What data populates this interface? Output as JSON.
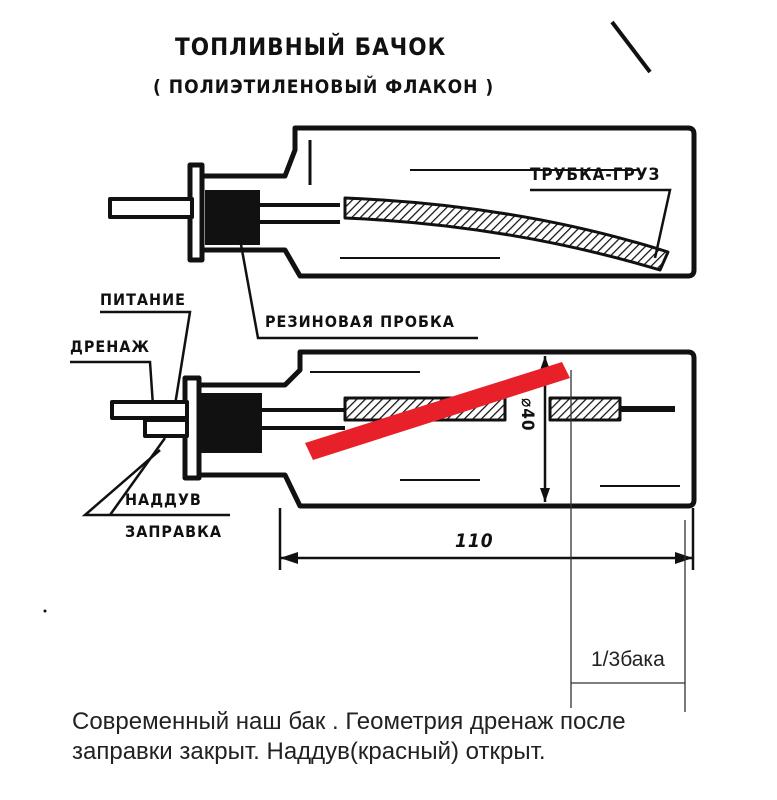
{
  "title": "ТОПЛИВНЫЙ БАЧОК",
  "subtitle": "( ПОЛИЭТИЛЕНОВЫЙ ФЛАКОН )",
  "labels": {
    "weight_tube": "ТРУБКА-ГРУЗ",
    "rubber_plug": "РЕЗИНОВАЯ ПРОБКА",
    "feed": "ПИТАНИЕ",
    "drain": "ДРЕНАЖ",
    "pressurize": "НАДДУВ",
    "refuel": "ЗАПРАВКА",
    "diameter": "⌀40",
    "length": "110",
    "one_third": "1/3бака"
  },
  "caption": {
    "line1": "Современный наш бак . Геометрия дренаж после",
    "line2": "заправки закрыт. Наддув(красный) открыт."
  },
  "colors": {
    "red_tube": "#e8202a",
    "ink": "#111111"
  }
}
